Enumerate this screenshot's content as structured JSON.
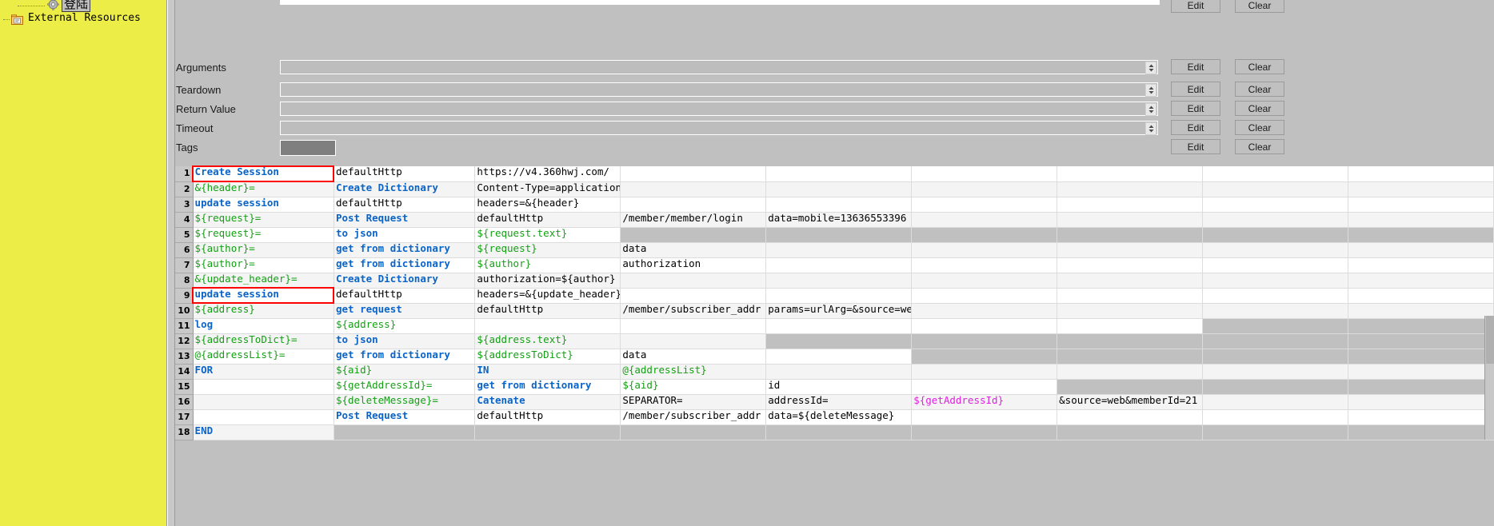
{
  "tree": {
    "selected_node_label": "登陆",
    "external_resources_label": "External Resources",
    "gear_icon": "gear-icon",
    "folder_icon": "folder-resource-icon",
    "background_color": "#eded47"
  },
  "settings": {
    "rows": [
      {
        "label": "Arguments",
        "value": "",
        "edit_label": "Edit",
        "clear_label": "Clear",
        "has_spinner": true
      },
      {
        "label": "Teardown",
        "value": "",
        "edit_label": "Edit",
        "clear_label": "Clear",
        "has_spinner": true
      },
      {
        "label": "Return Value",
        "value": "",
        "edit_label": "Edit",
        "clear_label": "Clear",
        "has_spinner": true
      },
      {
        "label": "Timeout",
        "value": "",
        "edit_label": "Edit",
        "clear_label": "Clear",
        "has_spinner": true
      },
      {
        "label": "Tags",
        "value": "",
        "edit_label": "Edit",
        "clear_label": "Clear",
        "has_spinner": false
      }
    ],
    "top_edit_label": "Edit",
    "top_clear_label": "Clear"
  },
  "grid": {
    "highlight_color": "#ff0000",
    "highlighted_rows": [
      1,
      9
    ],
    "rows": [
      {
        "n": "1",
        "cells": [
          {
            "t": "Create Session",
            "c": "kw"
          },
          {
            "t": "defaultHttp",
            "c": "plain"
          },
          {
            "t": "https://v4.360hwj.com/",
            "c": "plain"
          },
          {
            "t": "",
            "c": "plain"
          },
          {
            "t": "",
            "c": "plain"
          },
          {
            "t": "",
            "c": "plain"
          },
          {
            "t": "",
            "c": "plain"
          },
          {
            "t": "",
            "c": "plain"
          },
          {
            "t": "",
            "c": "plain"
          }
        ]
      },
      {
        "n": "2",
        "cells": [
          {
            "t": "&{header}=",
            "c": "var"
          },
          {
            "t": "Create Dictionary",
            "c": "kw"
          },
          {
            "t": "Content-Type=application",
            "c": "plain"
          },
          {
            "t": "",
            "c": "plain"
          },
          {
            "t": "",
            "c": "plain"
          },
          {
            "t": "",
            "c": "plain"
          },
          {
            "t": "",
            "c": "plain"
          },
          {
            "t": "",
            "c": "plain"
          },
          {
            "t": "",
            "c": "plain"
          }
        ]
      },
      {
        "n": "3",
        "cells": [
          {
            "t": "update session",
            "c": "kw"
          },
          {
            "t": "defaultHttp",
            "c": "plain"
          },
          {
            "t": "headers=&{header}",
            "c": "plain"
          },
          {
            "t": "",
            "c": "plain"
          },
          {
            "t": "",
            "c": "plain"
          },
          {
            "t": "",
            "c": "plain"
          },
          {
            "t": "",
            "c": "plain"
          },
          {
            "t": "",
            "c": "plain"
          },
          {
            "t": "",
            "c": "plain"
          }
        ]
      },
      {
        "n": "4",
        "cells": [
          {
            "t": "${request}=",
            "c": "var"
          },
          {
            "t": "Post Request",
            "c": "kw"
          },
          {
            "t": "defaultHttp",
            "c": "plain"
          },
          {
            "t": "/member/member/login",
            "c": "plain"
          },
          {
            "t": "data=mobile=13636553396",
            "c": "plain"
          },
          {
            "t": "",
            "c": "plain"
          },
          {
            "t": "",
            "c": "plain"
          },
          {
            "t": "",
            "c": "plain"
          },
          {
            "t": "",
            "c": "plain"
          }
        ]
      },
      {
        "n": "5",
        "cells": [
          {
            "t": "${request}=",
            "c": "var"
          },
          {
            "t": "to json",
            "c": "kw"
          },
          {
            "t": "${request.text}",
            "c": "var"
          },
          {
            "t": "",
            "c": "gray"
          },
          {
            "t": "",
            "c": "gray"
          },
          {
            "t": "",
            "c": "gray"
          },
          {
            "t": "",
            "c": "gray"
          },
          {
            "t": "",
            "c": "gray"
          },
          {
            "t": "",
            "c": "gray"
          }
        ]
      },
      {
        "n": "6",
        "cells": [
          {
            "t": "${author}=",
            "c": "var"
          },
          {
            "t": "get from dictionary",
            "c": "kw wrap"
          },
          {
            "t": "${request}",
            "c": "var"
          },
          {
            "t": "data",
            "c": "plain"
          },
          {
            "t": "",
            "c": "plain"
          },
          {
            "t": "",
            "c": "plain"
          },
          {
            "t": "",
            "c": "plain"
          },
          {
            "t": "",
            "c": "plain"
          },
          {
            "t": "",
            "c": "plain"
          }
        ]
      },
      {
        "n": "7",
        "cells": [
          {
            "t": "${author}=",
            "c": "var"
          },
          {
            "t": "get from dictionary",
            "c": "kw wrap"
          },
          {
            "t": "${author}",
            "c": "var"
          },
          {
            "t": "authorization",
            "c": "plain"
          },
          {
            "t": "",
            "c": "plain"
          },
          {
            "t": "",
            "c": "plain"
          },
          {
            "t": "",
            "c": "plain"
          },
          {
            "t": "",
            "c": "plain"
          },
          {
            "t": "",
            "c": "plain"
          }
        ]
      },
      {
        "n": "8",
        "cells": [
          {
            "t": "&{update_header}=",
            "c": "var"
          },
          {
            "t": "Create Dictionary",
            "c": "kw"
          },
          {
            "t": "authorization=${author}",
            "c": "plain"
          },
          {
            "t": "",
            "c": "plain"
          },
          {
            "t": "",
            "c": "plain"
          },
          {
            "t": "",
            "c": "plain"
          },
          {
            "t": "",
            "c": "plain"
          },
          {
            "t": "",
            "c": "plain"
          },
          {
            "t": "",
            "c": "plain"
          }
        ]
      },
      {
        "n": "9",
        "cells": [
          {
            "t": "update session",
            "c": "kw"
          },
          {
            "t": "defaultHttp",
            "c": "plain"
          },
          {
            "t": "headers=&{update_header}",
            "c": "plain"
          },
          {
            "t": "",
            "c": "plain"
          },
          {
            "t": "",
            "c": "plain"
          },
          {
            "t": "",
            "c": "plain"
          },
          {
            "t": "",
            "c": "plain"
          },
          {
            "t": "",
            "c": "plain"
          },
          {
            "t": "",
            "c": "plain"
          }
        ]
      },
      {
        "n": "10",
        "cells": [
          {
            "t": "${address}",
            "c": "var"
          },
          {
            "t": "get request",
            "c": "kw"
          },
          {
            "t": "defaultHttp",
            "c": "plain"
          },
          {
            "t": "/member/subscriber_addr",
            "c": "plain"
          },
          {
            "t": "params=urlArg=&source=web",
            "c": "plain"
          },
          {
            "t": "",
            "c": "plain"
          },
          {
            "t": "",
            "c": "plain"
          },
          {
            "t": "",
            "c": "plain"
          },
          {
            "t": "",
            "c": "plain"
          }
        ]
      },
      {
        "n": "11",
        "cells": [
          {
            "t": "log",
            "c": "kw"
          },
          {
            "t": "${address}",
            "c": "var"
          },
          {
            "t": "",
            "c": "plain"
          },
          {
            "t": "",
            "c": "plain"
          },
          {
            "t": "",
            "c": "plain"
          },
          {
            "t": "",
            "c": "plain"
          },
          {
            "t": "",
            "c": "plain"
          },
          {
            "t": "",
            "c": "gray"
          },
          {
            "t": "",
            "c": "gray"
          }
        ]
      },
      {
        "n": "12",
        "cells": [
          {
            "t": "${addressToDict}=",
            "c": "var"
          },
          {
            "t": "to json",
            "c": "kw"
          },
          {
            "t": "${address.text}",
            "c": "var"
          },
          {
            "t": "",
            "c": "plain"
          },
          {
            "t": "",
            "c": "gray"
          },
          {
            "t": "",
            "c": "gray"
          },
          {
            "t": "",
            "c": "gray"
          },
          {
            "t": "",
            "c": "gray"
          },
          {
            "t": "",
            "c": "gray"
          }
        ]
      },
      {
        "n": "13",
        "cells": [
          {
            "t": "@{addressList}=",
            "c": "var"
          },
          {
            "t": "get from dictionary",
            "c": "kw wrap"
          },
          {
            "t": "${addressToDict}",
            "c": "var"
          },
          {
            "t": "data",
            "c": "plain"
          },
          {
            "t": "",
            "c": "plain"
          },
          {
            "t": "",
            "c": "gray"
          },
          {
            "t": "",
            "c": "gray"
          },
          {
            "t": "",
            "c": "gray"
          },
          {
            "t": "",
            "c": "gray"
          }
        ]
      },
      {
        "n": "14",
        "cells": [
          {
            "t": "FOR",
            "c": "kw"
          },
          {
            "t": "${aid}",
            "c": "var"
          },
          {
            "t": "IN",
            "c": "kw"
          },
          {
            "t": "@{addressList}",
            "c": "var"
          },
          {
            "t": "",
            "c": "plain"
          },
          {
            "t": "",
            "c": "plain"
          },
          {
            "t": "",
            "c": "plain"
          },
          {
            "t": "",
            "c": "plain"
          },
          {
            "t": "",
            "c": "plain"
          }
        ]
      },
      {
        "n": "15",
        "cells": [
          {
            "t": "",
            "c": "plain"
          },
          {
            "t": "${getAddressId}=",
            "c": "var"
          },
          {
            "t": "get from dictionary",
            "c": "kw"
          },
          {
            "t": "${aid}",
            "c": "var"
          },
          {
            "t": "id",
            "c": "plain"
          },
          {
            "t": "",
            "c": "plain"
          },
          {
            "t": "",
            "c": "gray"
          },
          {
            "t": "",
            "c": "gray"
          },
          {
            "t": "",
            "c": "gray"
          }
        ]
      },
      {
        "n": "16",
        "cells": [
          {
            "t": "",
            "c": "plain"
          },
          {
            "t": "${deleteMessage}=",
            "c": "var"
          },
          {
            "t": "Catenate",
            "c": "kw"
          },
          {
            "t": "SEPARATOR=",
            "c": "plain"
          },
          {
            "t": "addressId=",
            "c": "plain"
          },
          {
            "t": "${getAddressId}",
            "c": "mag"
          },
          {
            "t": "&source=web&memberId=21",
            "c": "plain"
          },
          {
            "t": "",
            "c": "plain"
          },
          {
            "t": "",
            "c": "plain"
          }
        ]
      },
      {
        "n": "17",
        "cells": [
          {
            "t": "",
            "c": "plain"
          },
          {
            "t": "Post Request",
            "c": "kw"
          },
          {
            "t": "defaultHttp",
            "c": "plain"
          },
          {
            "t": "/member/subscriber_addr",
            "c": "plain"
          },
          {
            "t": "data=${deleteMessage}",
            "c": "plain"
          },
          {
            "t": "",
            "c": "plain"
          },
          {
            "t": "",
            "c": "plain"
          },
          {
            "t": "",
            "c": "plain"
          },
          {
            "t": "",
            "c": "plain"
          }
        ]
      },
      {
        "n": "18",
        "cells": [
          {
            "t": "END",
            "c": "kw"
          },
          {
            "t": "",
            "c": "gray"
          },
          {
            "t": "",
            "c": "gray"
          },
          {
            "t": "",
            "c": "gray"
          },
          {
            "t": "",
            "c": "gray"
          },
          {
            "t": "",
            "c": "gray"
          },
          {
            "t": "",
            "c": "gray"
          },
          {
            "t": "",
            "c": "gray"
          },
          {
            "t": "",
            "c": "gray"
          }
        ]
      }
    ]
  }
}
